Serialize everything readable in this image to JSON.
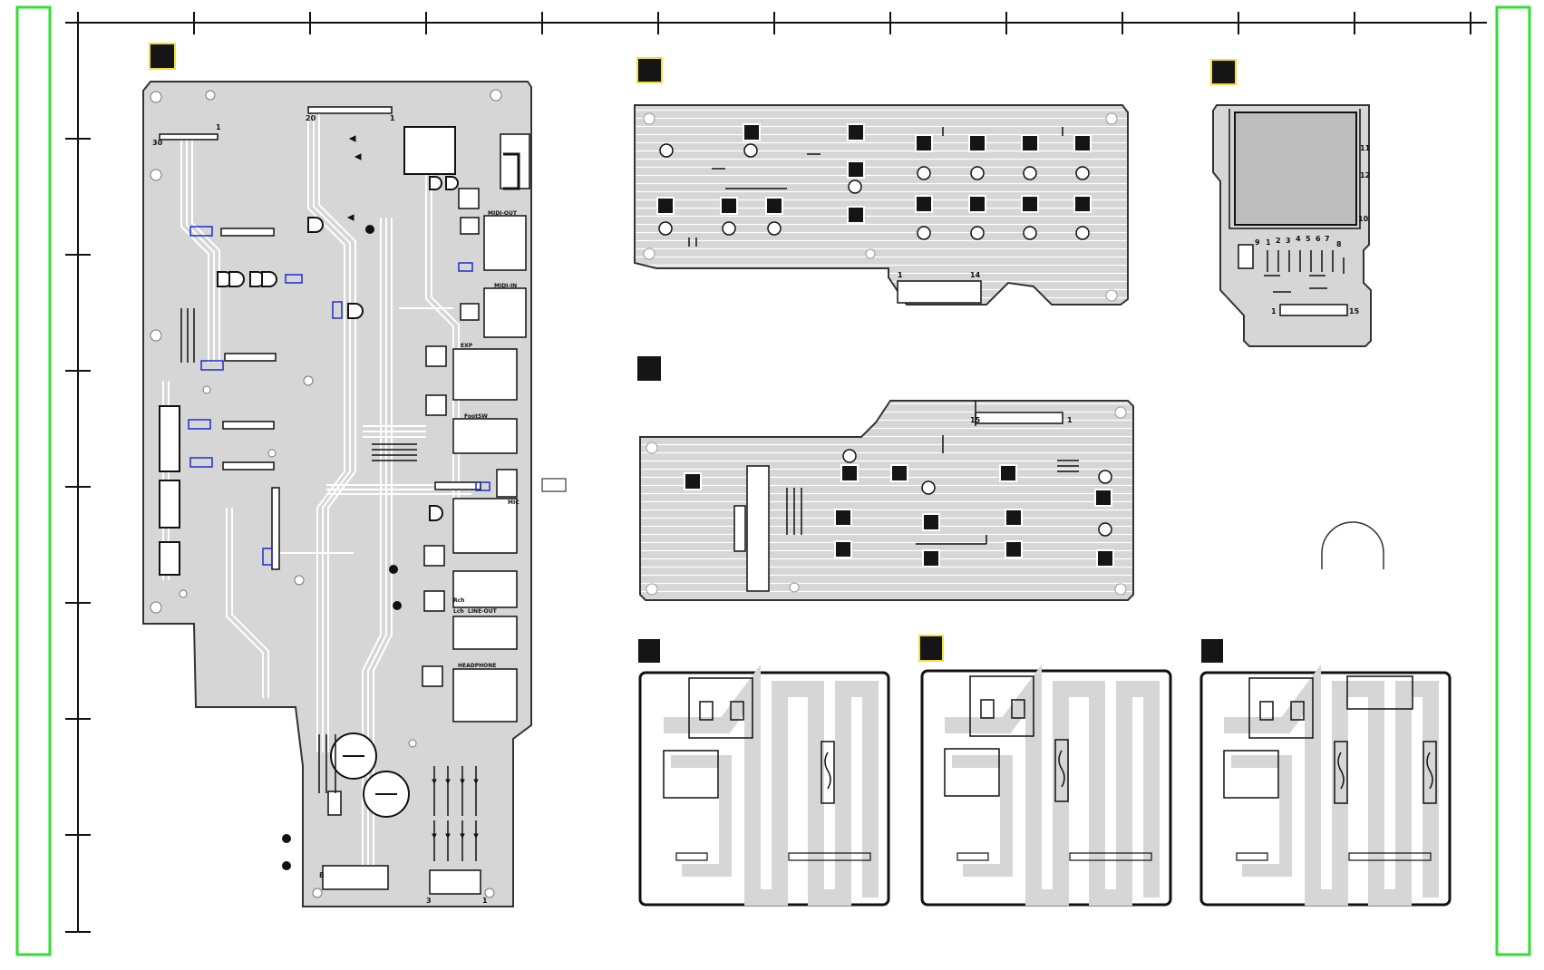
{
  "colors": {
    "frame_green": "#33dd33",
    "ruler": "#111111",
    "board_fill": "#d6d6d6",
    "board_outline": "#333333",
    "trace": "#ffffff",
    "marker_fill": "#151515",
    "marker_border": "#f1df3a",
    "highlight": "#1a2fd0"
  },
  "main_board": {
    "labels": {
      "midi_out": "MIDI-OUT",
      "midi_in": "MIDI-IN",
      "exp": "EXP",
      "foot_sw": "FootSW",
      "mic": "MIC",
      "line_out": "LINE-OUT",
      "headphone": "HEADPHONE",
      "rch": "Rch",
      "lch": "Lch"
    },
    "pin_numbers": [
      "1",
      "30",
      "20",
      "1",
      "3",
      "1",
      "8"
    ]
  },
  "card_board": {
    "pin_labels": [
      "9",
      "1",
      "2",
      "3",
      "4",
      "5",
      "6",
      "7",
      "8"
    ],
    "side_numbers": [
      "11",
      "12",
      "10",
      "15",
      "1"
    ]
  },
  "upper_key_board": {
    "pin_numbers": [
      "1",
      "14"
    ]
  },
  "lower_key_board": {
    "pin_numbers": [
      "15",
      "1"
    ]
  }
}
